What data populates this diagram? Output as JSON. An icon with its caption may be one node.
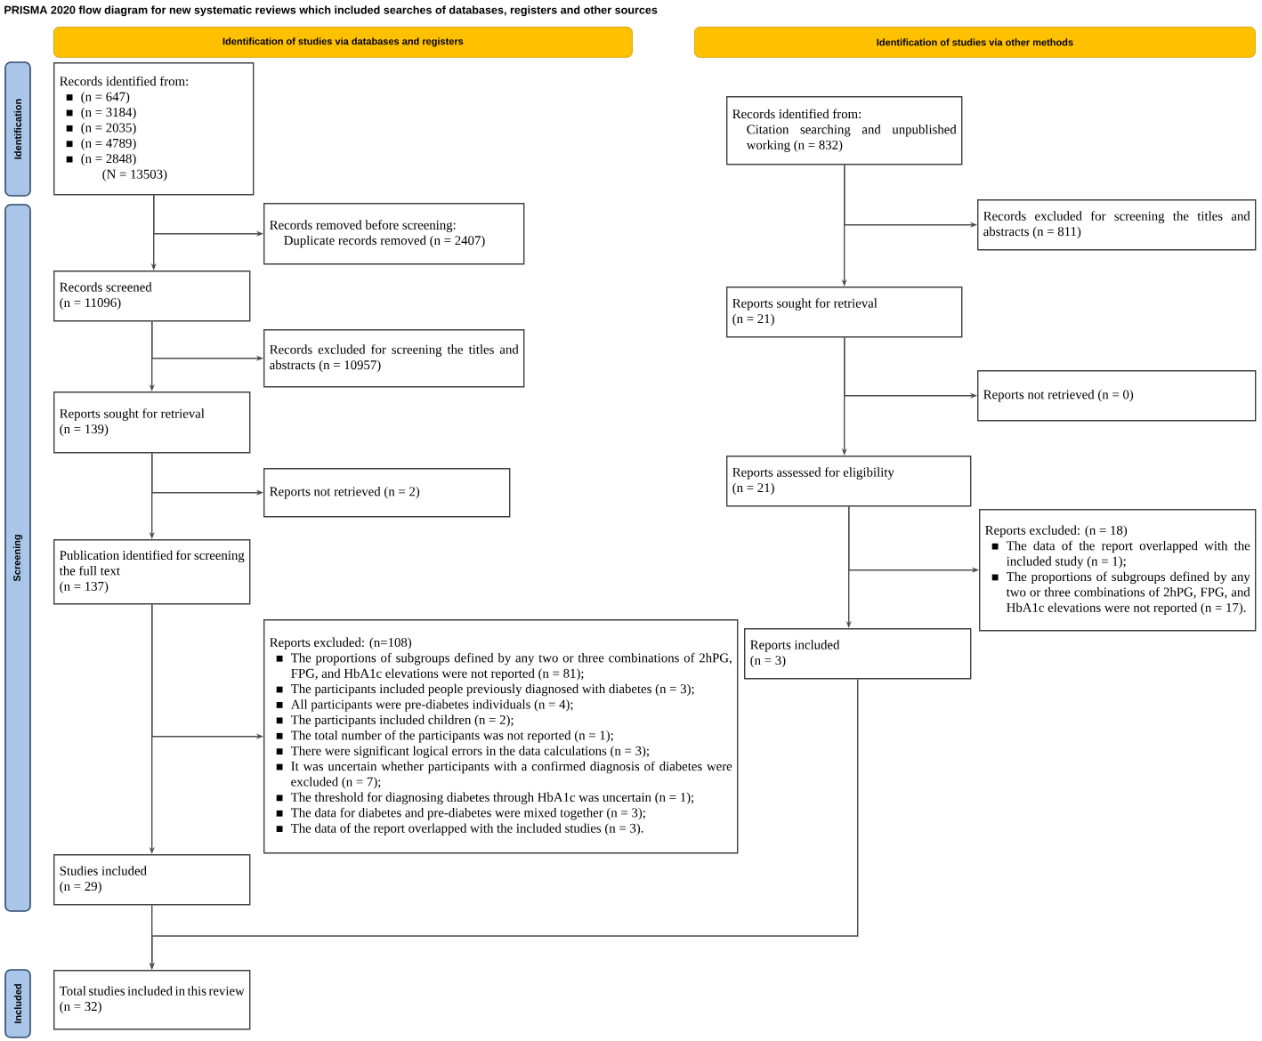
{
  "diagram": {
    "title": "PRISMA 2020 flow diagram for new systematic reviews which included searches of databases, registers and other sources",
    "nodes": [
      {
        "text": [
          "Identification of studies via databases and registers"
        ]
      },
      {
        "text": [
          "Identification of studies via other methods"
        ]
      },
      {
        "text": [
          "Identification"
        ]
      },
      {
        "text": [
          "Screening"
        ]
      },
      {
        "text": [
          "Included"
        ]
      },
      {
        "text": [
          "Records identified from:",
          "(n = 647)",
          "(n = 3184)",
          "(n = 2035)",
          "(n = 4789)",
          "(n = 2848)",
          "(N = 13503)"
        ]
      },
      {
        "text": [
          "Records removed before screening:",
          "Duplicate records removed (n = 2407)"
        ]
      },
      {
        "text": [
          "Records screened",
          "(n = 11096)"
        ]
      },
      {
        "text": [
          "Records excluded for screening the titles and abstracts (n = 10957)"
        ]
      },
      {
        "text": [
          "Reports sought for retrieval",
          "(n = 139)"
        ]
      },
      {
        "text": [
          "Reports not retrieved (n = 2)"
        ]
      },
      {
        "text": [
          "Publication identified for screening the full text",
          "(n = 137)"
        ]
      },
      {
        "text": [
          "Reports excluded: (n=108)",
          "The proportions of subgroups defined by any two or three combinations of 2hPG, FPG, and HbA1c elevations were not reported (n = 81);",
          "The participants included people previously diagnosed with diabetes (n = 3);",
          "All participants were pre-diabetes individuals (n = 4);",
          "The participants included children (n = 2);",
          "The total number of the participants was not reported (n = 1);",
          "There were significant logical errors in the data calculations (n = 3);",
          "It was uncertain whether participants with a confirmed diagnosis of diabetes were excluded (n = 7);",
          "The threshold for diagnosing diabetes through HbA1c was uncertain (n = 1);",
          "The data for diabetes and pre-diabetes were mixed together (n = 3);",
          "The data of the report overlapped with the included studies (n = 3)."
        ]
      },
      {
        "text": [
          "Studies included",
          "(n = 29)"
        ]
      },
      {
        "text": [
          "Total studies included in this review (n = 32)"
        ]
      },
      {
        "text": [
          "Records identified from:",
          "Citation searching and unpublished working (n = 832)"
        ]
      },
      {
        "text": [
          "Records excluded for screening the titles and abstracts (n = 811)"
        ]
      },
      {
        "text": [
          "Reports sought for retrieval",
          "(n = 21)"
        ]
      },
      {
        "text": [
          "Reports not retrieved (n = 0)"
        ]
      },
      {
        "text": [
          "Reports assessed for eligibility",
          "(n = 21)"
        ]
      },
      {
        "text": [
          "Reports excluded: (n = 18)",
          "The data of the report overlapped with the included study (n = 1);",
          "The proportions of subgroups defined by any two or three combinations of 2hPG, FPG, and HbA1c elevations were not reported (n = 17)."
        ]
      },
      {
        "text": [
          "Reports included",
          "(n = 3)"
        ]
      }
    ],
    "edges": [
      {
        "from": 5,
        "to": 6,
        "arrow": "to"
      },
      {
        "from": 5,
        "to": 7,
        "arrow": "to"
      },
      {
        "from": 7,
        "to": 8,
        "arrow": "to"
      },
      {
        "from": 7,
        "to": 9,
        "arrow": "to"
      },
      {
        "from": 9,
        "to": 10,
        "arrow": "to"
      },
      {
        "from": 9,
        "to": 11,
        "arrow": "to"
      },
      {
        "from": 11,
        "to": 12,
        "arrow": "to"
      },
      {
        "from": 11,
        "to": 13,
        "arrow": "to"
      },
      {
        "from": 13,
        "to": 14,
        "arrow": "to"
      },
      {
        "from": 21,
        "to": 14,
        "arrow": "to"
      },
      {
        "from": 15,
        "to": 16,
        "arrow": "to"
      },
      {
        "from": 15,
        "to": 17,
        "arrow": "to"
      },
      {
        "from": 17,
        "to": 18,
        "arrow": "to"
      },
      {
        "from": 17,
        "to": 19,
        "arrow": "to"
      },
      {
        "from": 19,
        "to": 20,
        "arrow": "to"
      },
      {
        "from": 19,
        "to": 21,
        "arrow": "to"
      }
    ]
  }
}
